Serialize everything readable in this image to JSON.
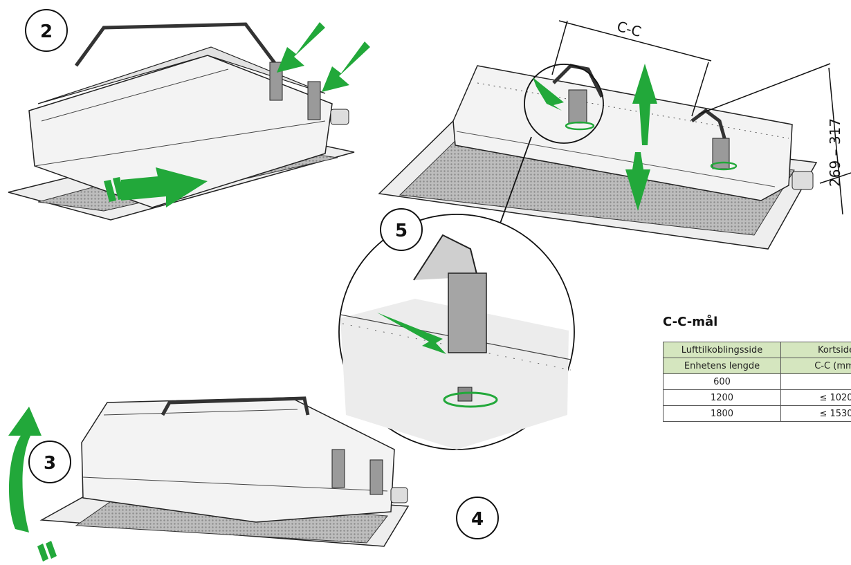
{
  "steps": {
    "step2": "2",
    "step3": "3",
    "step4": "4",
    "step5": "5"
  },
  "dimensions": {
    "cc_label": "C-C",
    "height_range": "269 – 317"
  },
  "cc_section": {
    "title": "C-C-mål",
    "header_rows": [
      [
        "Lufttilkoblingsside",
        "Kortside"
      ],
      [
        "Enhetens lengde",
        "C-C (mm)"
      ]
    ],
    "rows": [
      [
        "600",
        ""
      ],
      [
        "1200",
        "≤ 1020"
      ],
      [
        "1800",
        "≤ 1530"
      ]
    ]
  },
  "colors": {
    "accent_green": "#22a83a",
    "table_header_bg": "#d5e6bf"
  }
}
